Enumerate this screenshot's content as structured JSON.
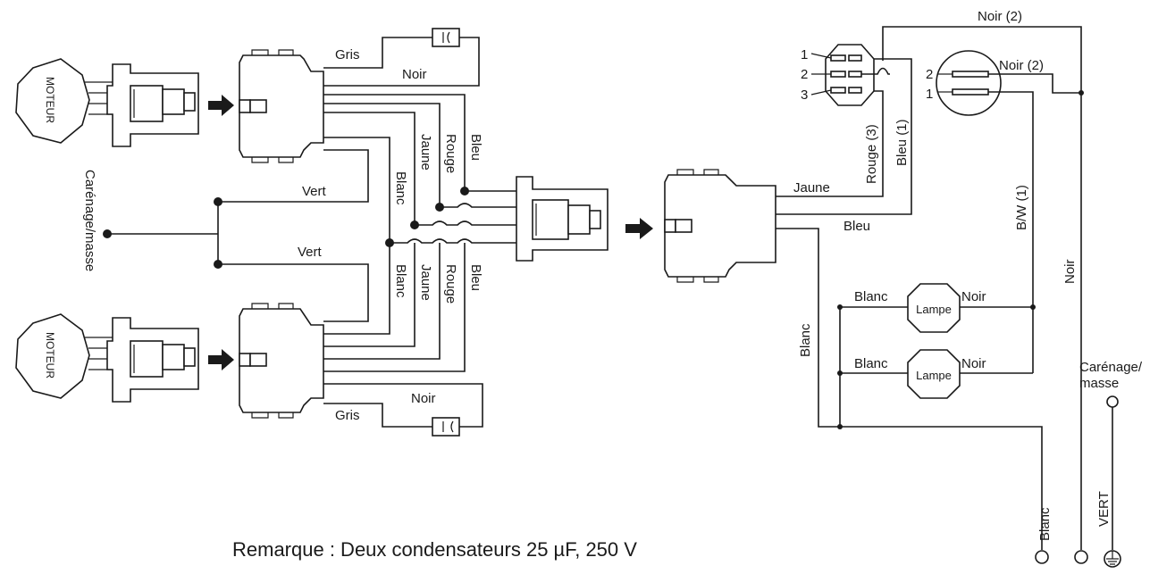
{
  "motors": {
    "top": "MOTEUR",
    "bottom": "MOTEUR"
  },
  "wires": {
    "gris_top": "Gris",
    "noir_top": "Noir",
    "gris_bottom": "Gris",
    "noir_bottom": "Noir",
    "vert_top": "Vert",
    "vert_bottom": "Vert",
    "blanc_top": "Blanc",
    "jaune_top": "Jaune",
    "rouge_top": "Rouge",
    "bleu_top": "Bleu",
    "blanc_bottom": "Blanc",
    "jaune_bottom": "Jaune",
    "rouge_bottom": "Rouge",
    "bleu_bottom": "Bleu",
    "jaune_right": "Jaune",
    "bleu_right": "Bleu",
    "blanc_right": "Blanc",
    "blanc_lamp1": "Blanc",
    "noir_lamp1": "Noir",
    "blanc_lamp2": "Blanc",
    "noir_lamp2": "Noir",
    "noir_top_right": "Noir (2)",
    "noir_switch2": "Noir (2)",
    "rouge_3": "Rouge (3)",
    "bleu_1": "Bleu (1)",
    "bw_1": "B/W (1)",
    "noir_vertical": "Noir",
    "blanc_terminal": "Blanc",
    "vert_terminal": "VERT"
  },
  "ground_left": "Carénage/masse",
  "ground_right_line1": "Carénage/",
  "ground_right_line2": "masse",
  "lamps": {
    "top": "Lampe",
    "bottom": "Lampe"
  },
  "switch3": {
    "pin1": "1",
    "pin2": "2",
    "pin3": "3"
  },
  "switch2": {
    "pin2": "2",
    "pin1": "1"
  },
  "note": "Remarque : Deux condensateurs 25 µF, 250 V"
}
